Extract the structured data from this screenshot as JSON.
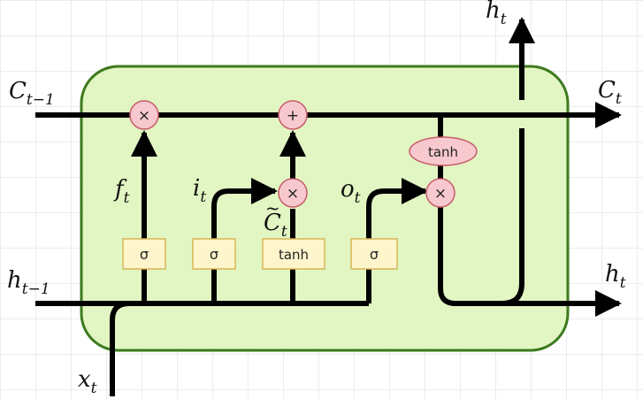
{
  "labels": {
    "c_prev": "C",
    "c_prev_sub": "t−1",
    "c_next": "C",
    "c_next_sub": "t",
    "h_prev": "h",
    "h_prev_sub": "t−1",
    "h_next": "h",
    "h_next_sub": "t",
    "h_top": "h",
    "h_top_sub": "t",
    "x_in": "x",
    "x_in_sub": "t",
    "f_gate": "f",
    "f_gate_sub": "t",
    "i_gate": "i",
    "i_gate_sub": "t",
    "o_gate": "o",
    "o_gate_sub": "t",
    "c_tilde": "C",
    "c_tilde_sub": "t",
    "c_tilde_mark": "~"
  },
  "ops": {
    "forget_mul": "×",
    "add": "+",
    "input_mul": "×",
    "output_mul": "×",
    "tanh_cell": "tanh"
  },
  "gates": {
    "sigma_f": "σ",
    "sigma_i": "σ",
    "tanh_c": "tanh",
    "sigma_o": "σ"
  },
  "colors": {
    "cell_fill": "#e2f6c3",
    "cell_border": "#3d7a1e",
    "op_fill": "#f7c9cf",
    "op_stroke": "#c85b6a",
    "gate_fill": "#fff5cc",
    "gate_stroke": "#d6b656",
    "line": "#000000"
  }
}
